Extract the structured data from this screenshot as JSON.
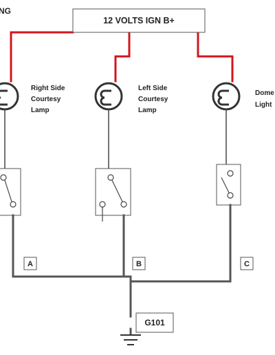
{
  "title_fragment": "NG",
  "power_label": "12 VOLTS IGN B+",
  "lamps": [
    {
      "lines": [
        "Right Side",
        "Courtesy",
        "Lamp"
      ]
    },
    {
      "lines": [
        "Left Side",
        "Courtesy",
        "Lamp"
      ]
    },
    {
      "lines": [
        "Dome",
        "Light"
      ]
    }
  ],
  "switch_labels": [
    "A",
    "B",
    "C"
  ],
  "ground_label": "G101",
  "colors": {
    "power_wire": "#d4141c",
    "ground_wire": "#555555"
  }
}
